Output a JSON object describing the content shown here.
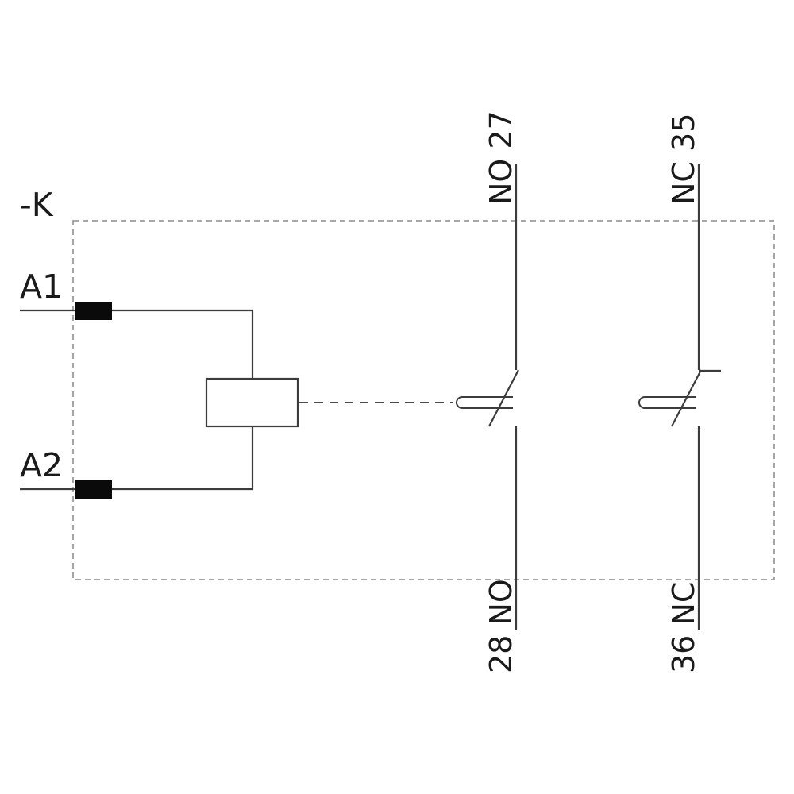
{
  "diagram": {
    "device_label": "-K",
    "coil_terminals": {
      "top": "A1",
      "bottom": "A2"
    },
    "contacts": [
      {
        "type": "NO",
        "top_label": "NO 27",
        "bottom_label": "28 NO"
      },
      {
        "type": "NC",
        "top_label": "NC 35",
        "bottom_label": "36 NC"
      }
    ],
    "colors": {
      "line": "#3c3c3c",
      "boundary": "#9c9c9c",
      "text": "#1a1a1a",
      "terminal_fill": "#0a0a0a",
      "background": "#ffffff"
    }
  }
}
